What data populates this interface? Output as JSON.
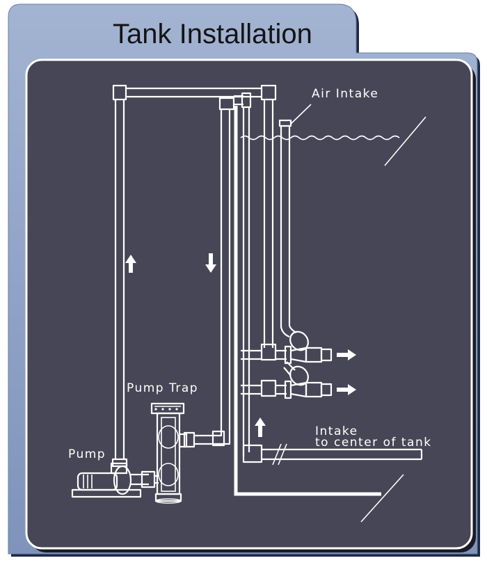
{
  "title": "Tank Installation",
  "labels": {
    "air_intake": "Air Intake",
    "pump_trap": "Pump Trap",
    "pump": "Pump",
    "intake_line1": "Intake",
    "intake_line2": "to center of tank"
  },
  "colors": {
    "outer_panel": "#8fa3c7",
    "inner_panel": "#474656",
    "shadow": "#1d2a44",
    "line": "#ffffff",
    "title_text": "#141414"
  }
}
